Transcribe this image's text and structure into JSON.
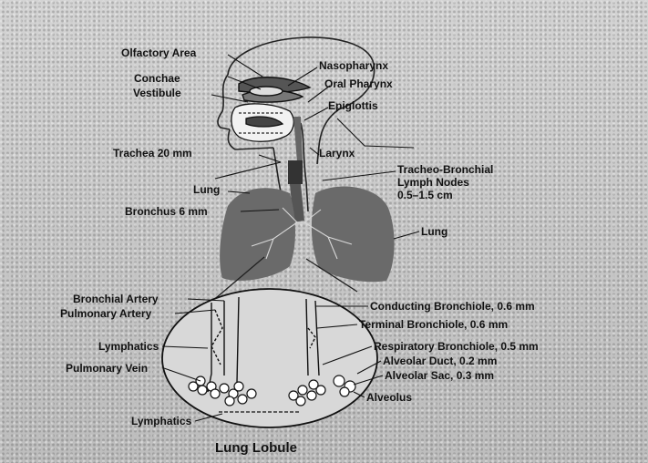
{
  "labels": {
    "olfactory_area": "Olfactory Area",
    "conchae": "Conchae",
    "vestibule": "Vestibule",
    "nasopharynx": "Nasopharynx",
    "oral_pharynx": "Oral Pharynx",
    "epiglottis": "Epiglottis",
    "larynx": "Larynx",
    "trachea": "Trachea 20 mm",
    "tracheo_bronchial_1": "Tracheo-Bronchial",
    "tracheo_bronchial_2": "Lymph Nodes",
    "tracheo_bronchial_3": "0.5–1.5 cm",
    "lung_left": "Lung",
    "bronchus": "Bronchus 6 mm",
    "lung_right": "Lung",
    "bronchial_artery": "Bronchial Artery",
    "pulmonary_artery": "Pulmonary Artery",
    "lymphatics_1": "Lymphatics",
    "pulmonary_vein": "Pulmonary Vein",
    "lymphatics_2": "Lymphatics",
    "conducting_bronchiole": "Conducting Bronchiole, 0.6 mm",
    "terminal_bronchiole": "Terminal Bronchiole, 0.6 mm",
    "respiratory_bronchiole": "Respiratory Bronchiole, 0.5 mm",
    "alveolar_duct": "Alveolar Duct, 0.2 mm",
    "alveolar_sac": "Alveolar Sac, 0.3 mm",
    "alveolus": "Alveolus",
    "lung_lobule": "Lung Lobule"
  }
}
